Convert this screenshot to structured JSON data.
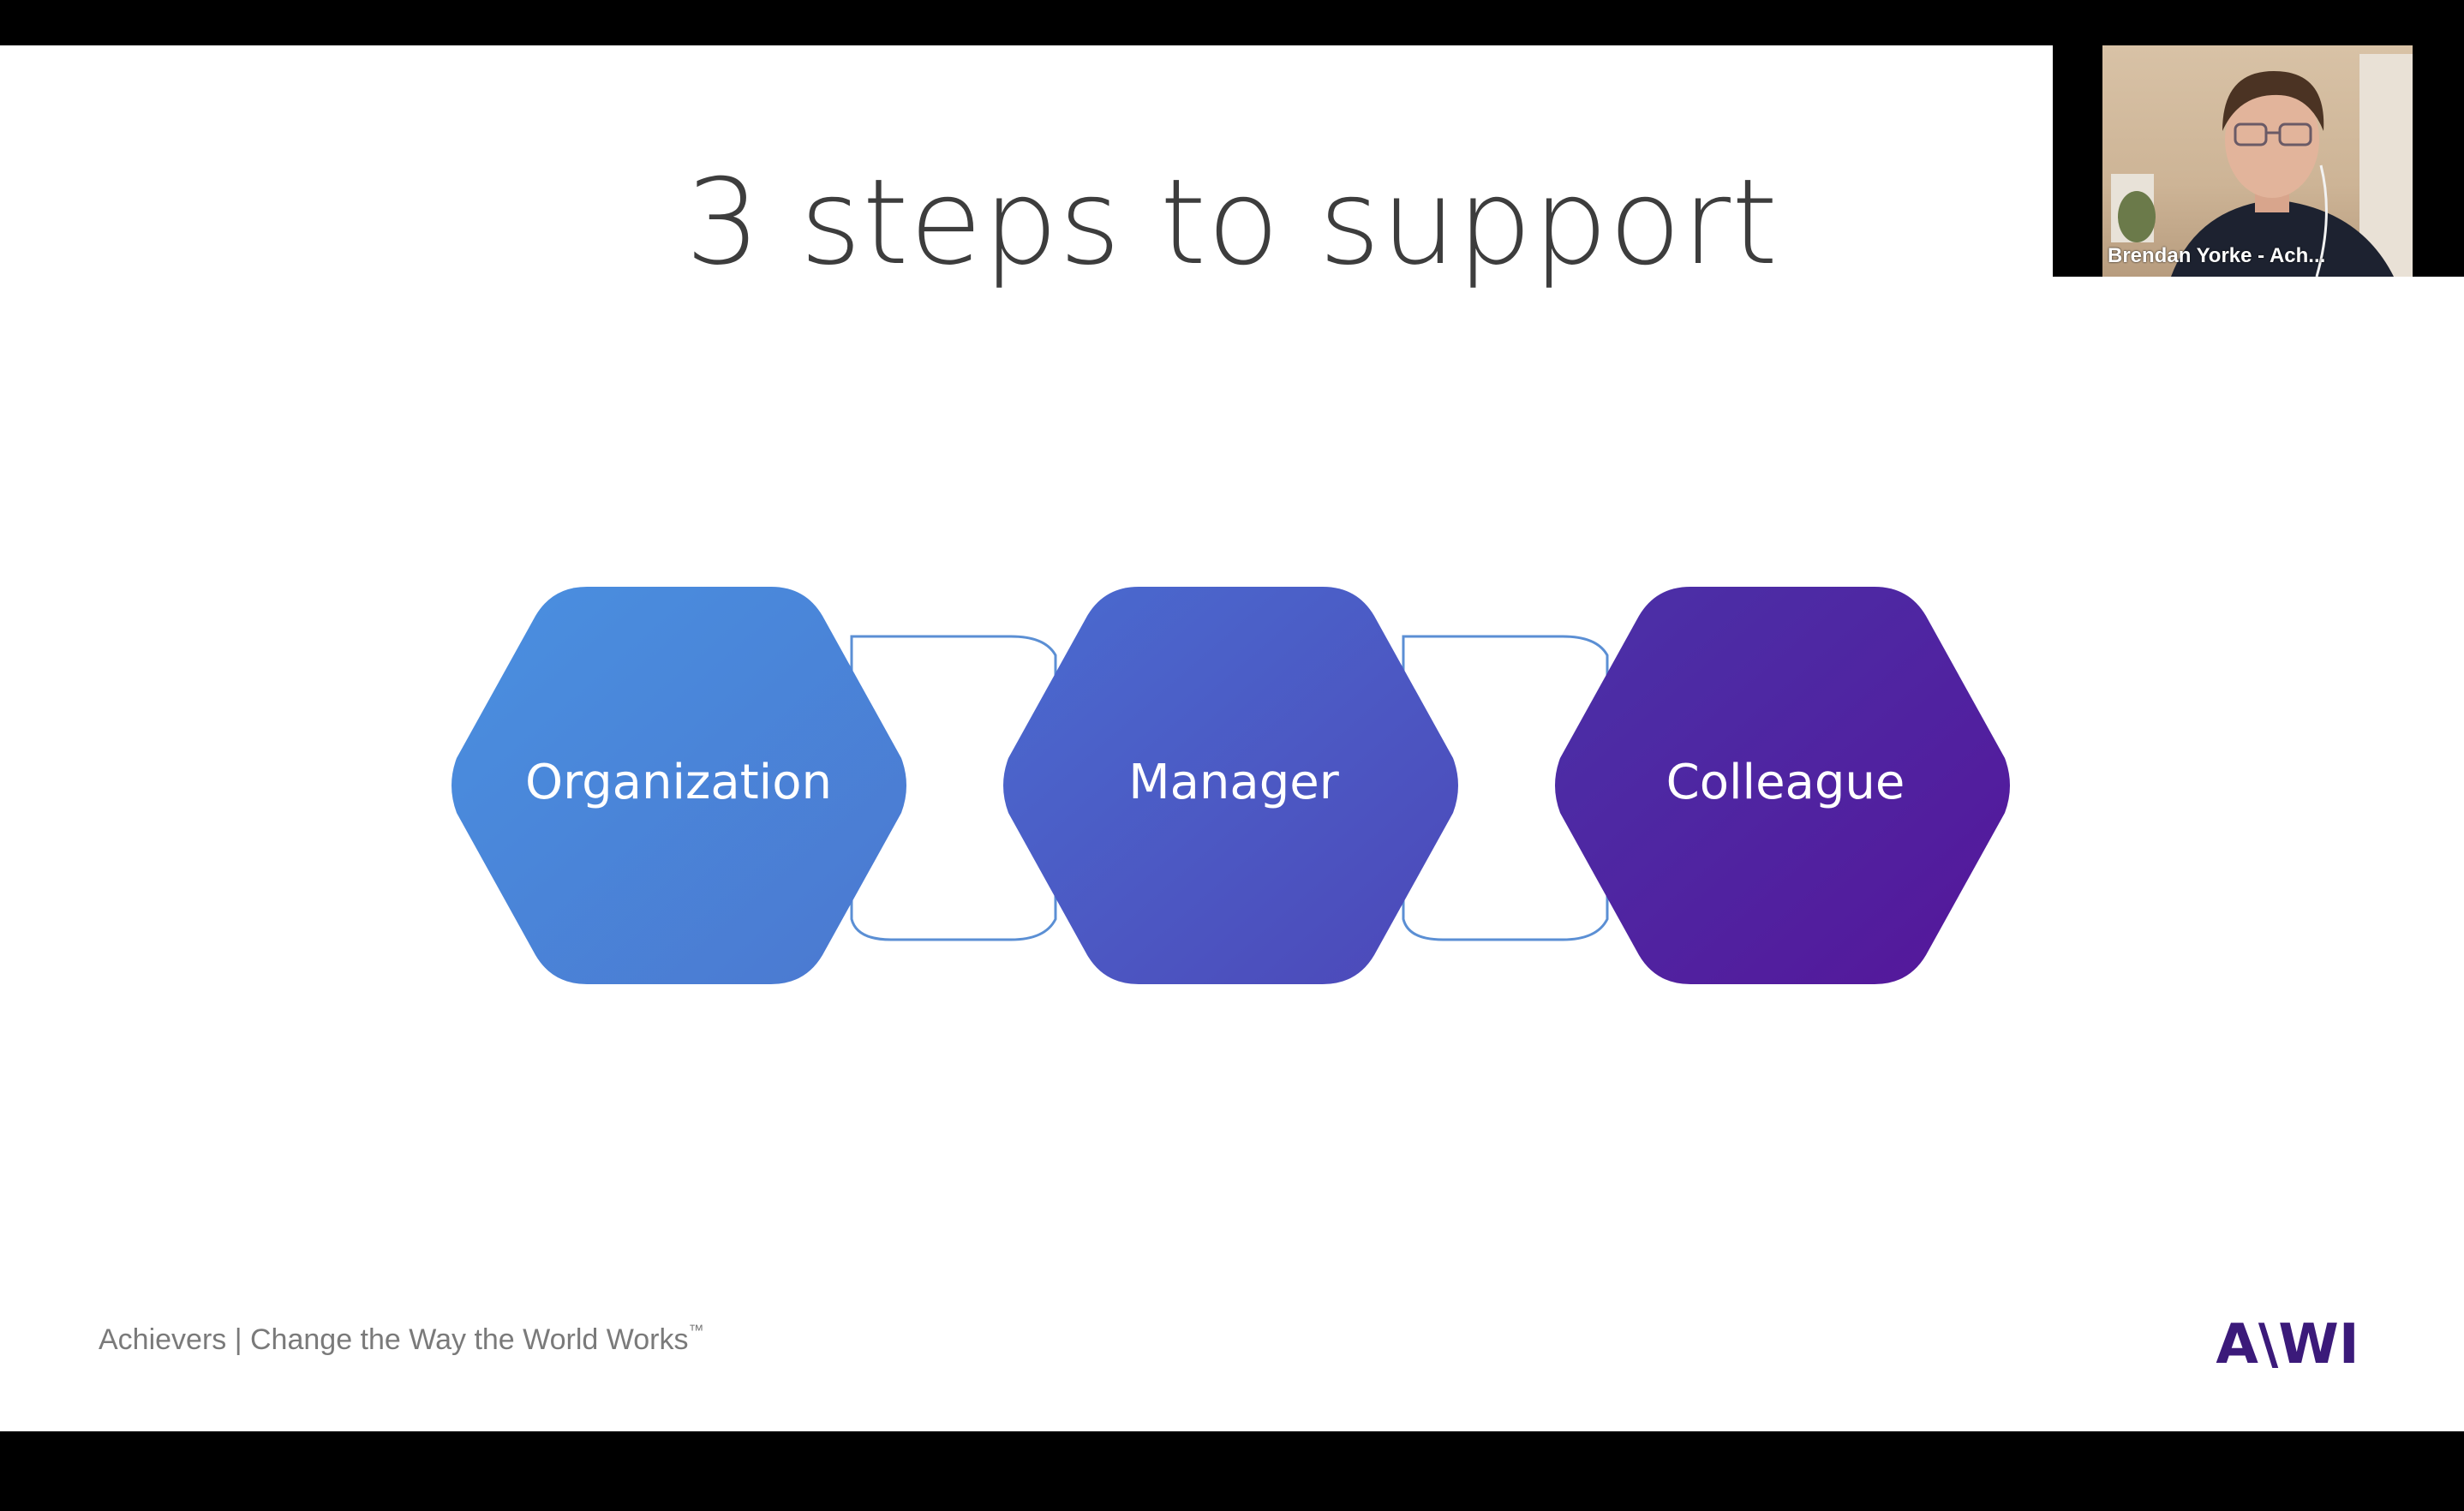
{
  "slide": {
    "title": "3 steps to support",
    "steps": [
      {
        "label": "Organization",
        "color_start": "#4a90e0",
        "color_end": "#4b78d0"
      },
      {
        "label": "Manager",
        "color_start": "#4a6cd0",
        "color_end": "#4d47b8"
      },
      {
        "label": "Colleague",
        "color_start": "#4a32a8",
        "color_end": "#55169a"
      }
    ],
    "connector_color": "#5b8fd4",
    "footer": {
      "text": "Achievers | Change the Way the World Works",
      "trademark": "™"
    },
    "logo_text": "A\\WI",
    "logo_color": "#3b1a7a"
  },
  "participant": {
    "name": "Brendan Yorke - Ach..."
  }
}
